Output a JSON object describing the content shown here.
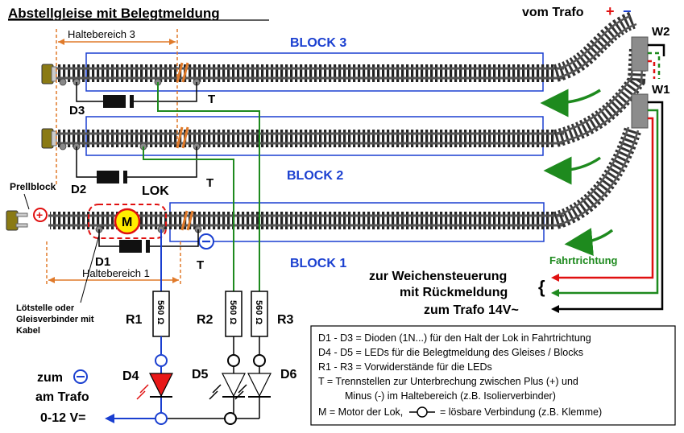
{
  "title": "Abstellgleise mit Belegtmeldung",
  "vom_trafo": "vom Trafo",
  "plus_sign": "+",
  "minus_sign": "−",
  "switches": {
    "w1": "W1",
    "w2": "W2"
  },
  "blocks": {
    "b1": "BLOCK 1",
    "b2": "BLOCK 2",
    "b3": "BLOCK 3"
  },
  "haltebereich_3": "Haltebereich 3",
  "haltebereich_1": "Haltebereich 1",
  "prellblock": "Prellblock",
  "lok": "LOK",
  "motor": "M",
  "diodes": {
    "d1": "D1",
    "d2": "D2",
    "d3": "D3"
  },
  "separator": "T",
  "resistors": {
    "r1": "R1",
    "r2": "R2",
    "r3": "R3",
    "value": "560 Ω"
  },
  "leds": {
    "d4": "D4",
    "d5": "D5",
    "d6": "D6"
  },
  "fahrtrichtung": "Fahrtrichtung",
  "weichensteuerung_1": "zur Weichensteuerung",
  "weichensteuerung_2": "mit Rückmeldung",
  "zum_trafo_14v": "zum Trafo 14V~",
  "loetstelle": [
    "Lötstelle oder",
    "Gleisverbinder mit",
    "Kabel"
  ],
  "zum_minus": [
    "zum",
    "am Trafo",
    "0-12 V="
  ],
  "legend": [
    "D1 - D3 = Dioden (1N...) für den Halt der Lok in Fahrtrichtung",
    "D4 - D5 = LEDs für die Belegtmeldung des Gleises / Blocks",
    "R1 - R3 = Vorwiderstände für die LEDs",
    "T = Trennstellen zur Unterbrechung zwischen Plus (+) und",
    "Minus (-) im Haltebereich (z.B. Isolierverbinder)",
    "M = Motor der Lok,",
    "= lösbare Verbindung (z.B. Klemme)"
  ],
  "colors": {
    "green": "#1e8a1e",
    "blue": "#1a3fd0",
    "red": "#e01010",
    "orange": "#e07a2a",
    "switch_gray": "#8c8c8c",
    "prellblock": "#8a7a14",
    "led_red": "#e81818",
    "motor_yellow": "#ffee00"
  }
}
